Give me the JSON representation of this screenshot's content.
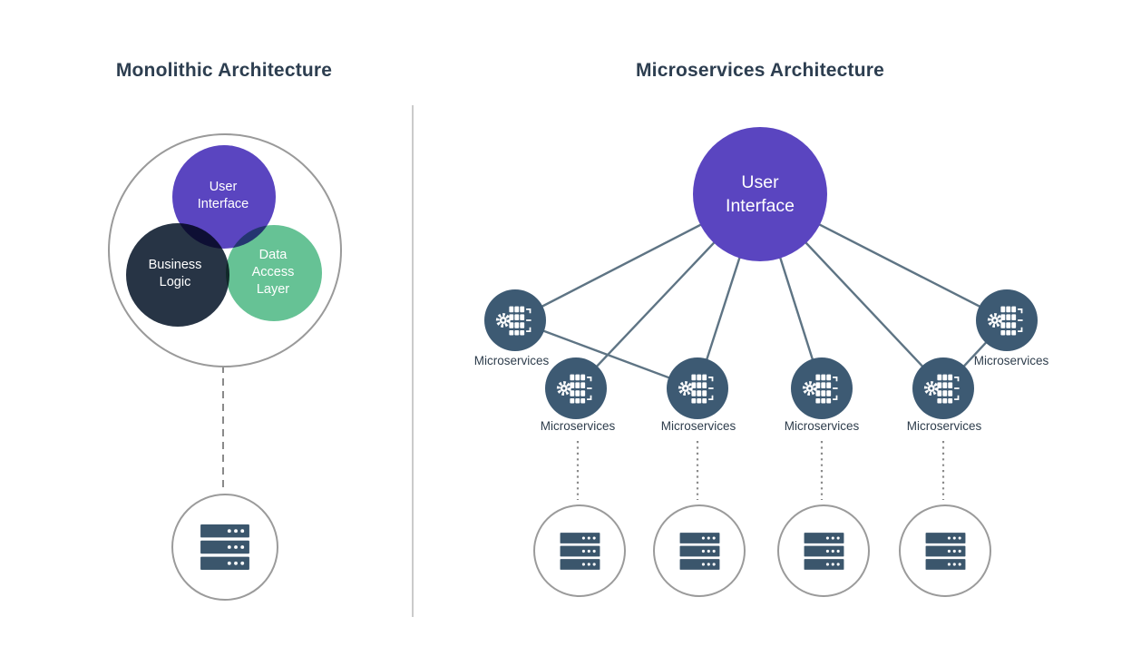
{
  "left": {
    "title": "Monolithic Architecture",
    "venn": {
      "user_interface": "User\nInterface",
      "business_logic": "Business\nLogic",
      "data_access_layer": "Data\nAccess\nLayer"
    }
  },
  "right": {
    "title": "Microservices Architecture",
    "user_interface": "User\nInterface",
    "nodes": [
      {
        "label": "Microservices"
      },
      {
        "label": "Microservices"
      },
      {
        "label": "Microservices"
      },
      {
        "label": "Microservices"
      },
      {
        "label": "Microservices"
      },
      {
        "label": "Microservices"
      }
    ]
  },
  "colors": {
    "purple": "#5a45c0",
    "dark_navy": "#273445",
    "green": "#66c295",
    "node_fill": "#3d5a73",
    "connector": "#5e7484",
    "dashed_connector": "#8a8a8a",
    "title_text": "#2d3e50",
    "label_text": "#2e3d4c",
    "circle_border": "#9a9a9a",
    "divider": "#cbcbcb",
    "icon_color": "#ffffff",
    "server_icon_fill": "#3b566c"
  }
}
